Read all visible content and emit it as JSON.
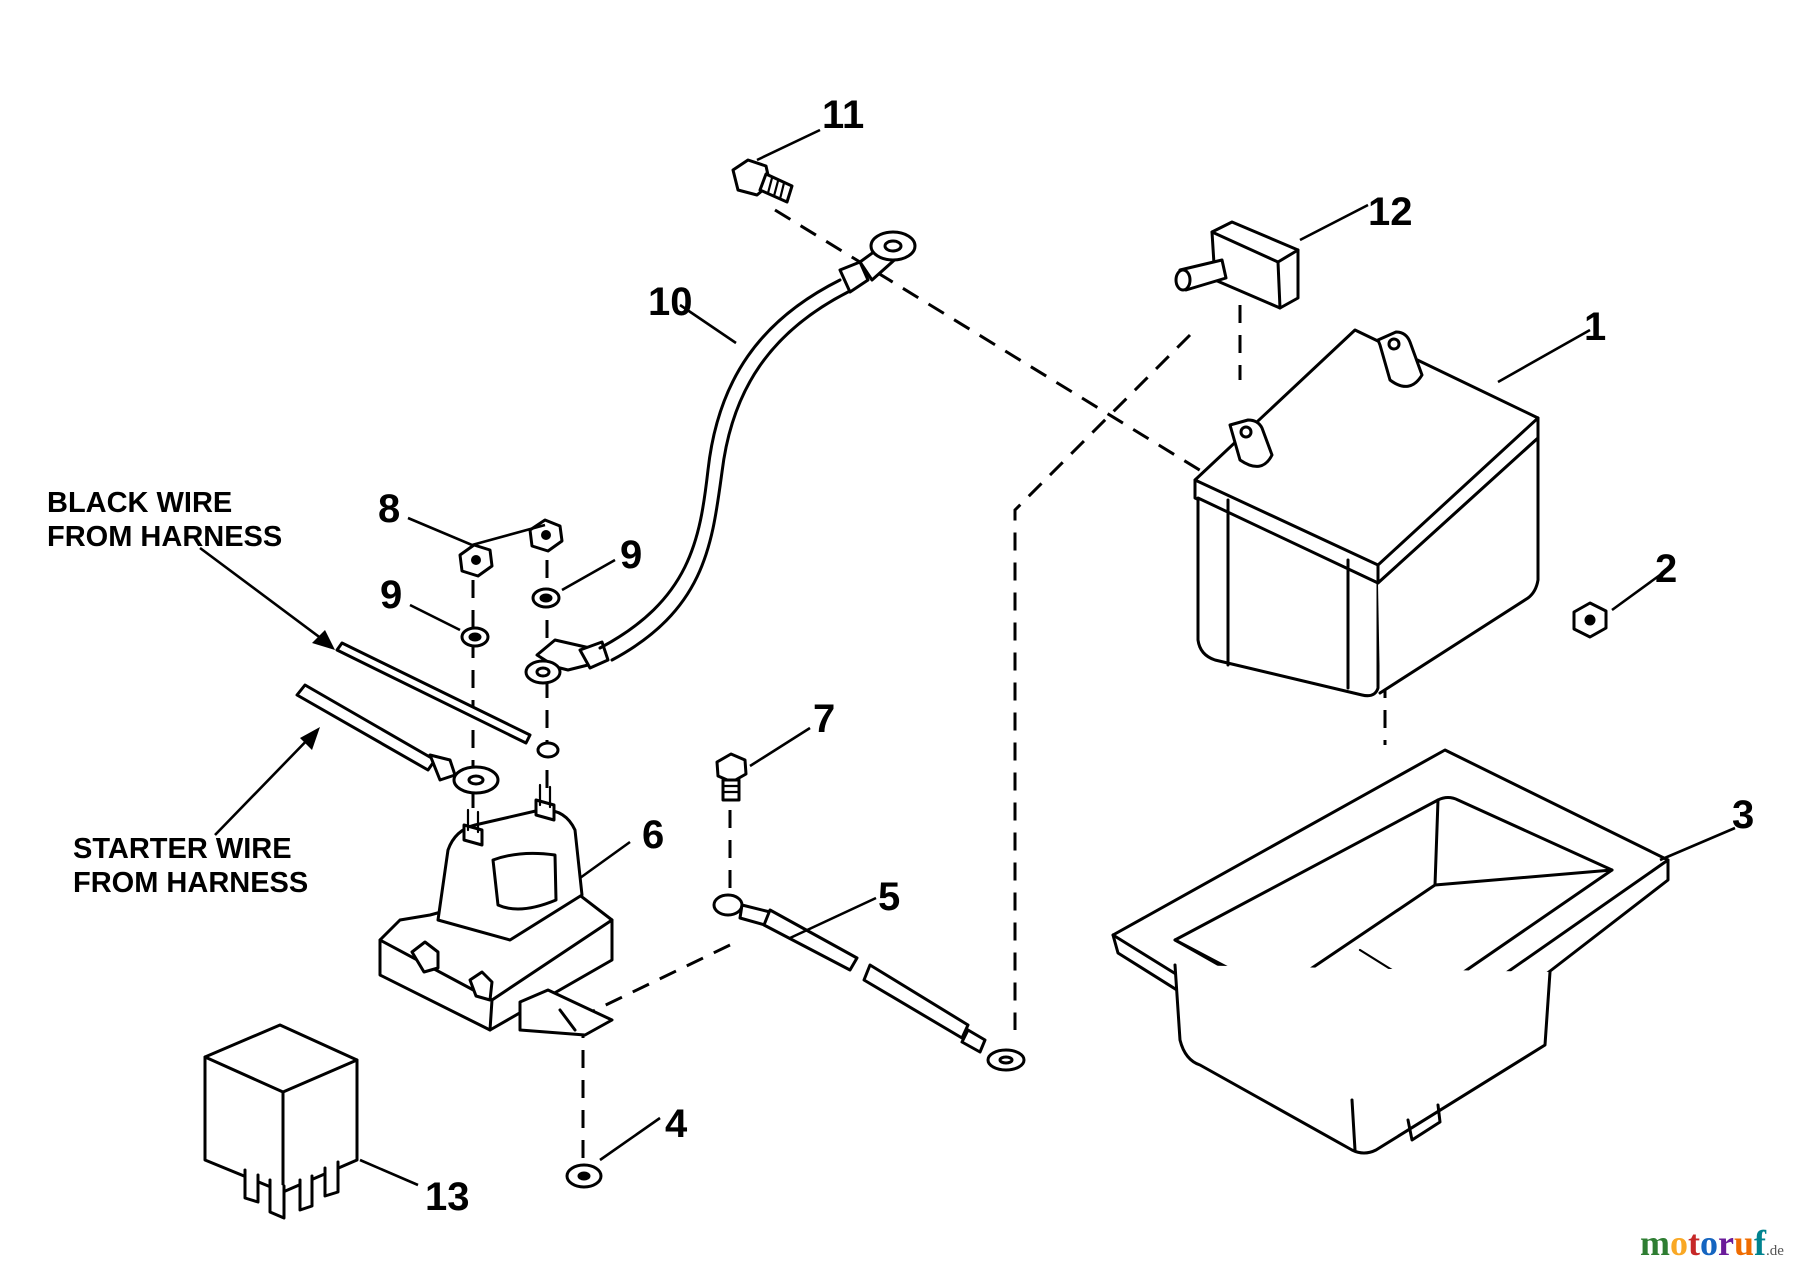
{
  "callouts": {
    "c1": "1",
    "c2": "2",
    "c3": "3",
    "c4": "4",
    "c5": "5",
    "c6": "6",
    "c7": "7",
    "c8": "8",
    "c9a": "9",
    "c9b": "9",
    "c10": "10",
    "c11": "11",
    "c12": "12",
    "c13": "13"
  },
  "notes": {
    "black_wire_line1": "BLACK WIRE",
    "black_wire_line2": "FROM HARNESS",
    "starter_wire_line1": "STARTER WIRE",
    "starter_wire_line2": "FROM HARNESS"
  },
  "watermark": {
    "letters": [
      "m",
      "o",
      "t",
      "o",
      "r",
      "u",
      "f"
    ],
    "suffix": ".de",
    "colors": [
      "#2e7d32",
      "#f9a825",
      "#c62828",
      "#1565c0",
      "#6a1b9a",
      "#ef6c00",
      "#00838f"
    ]
  }
}
